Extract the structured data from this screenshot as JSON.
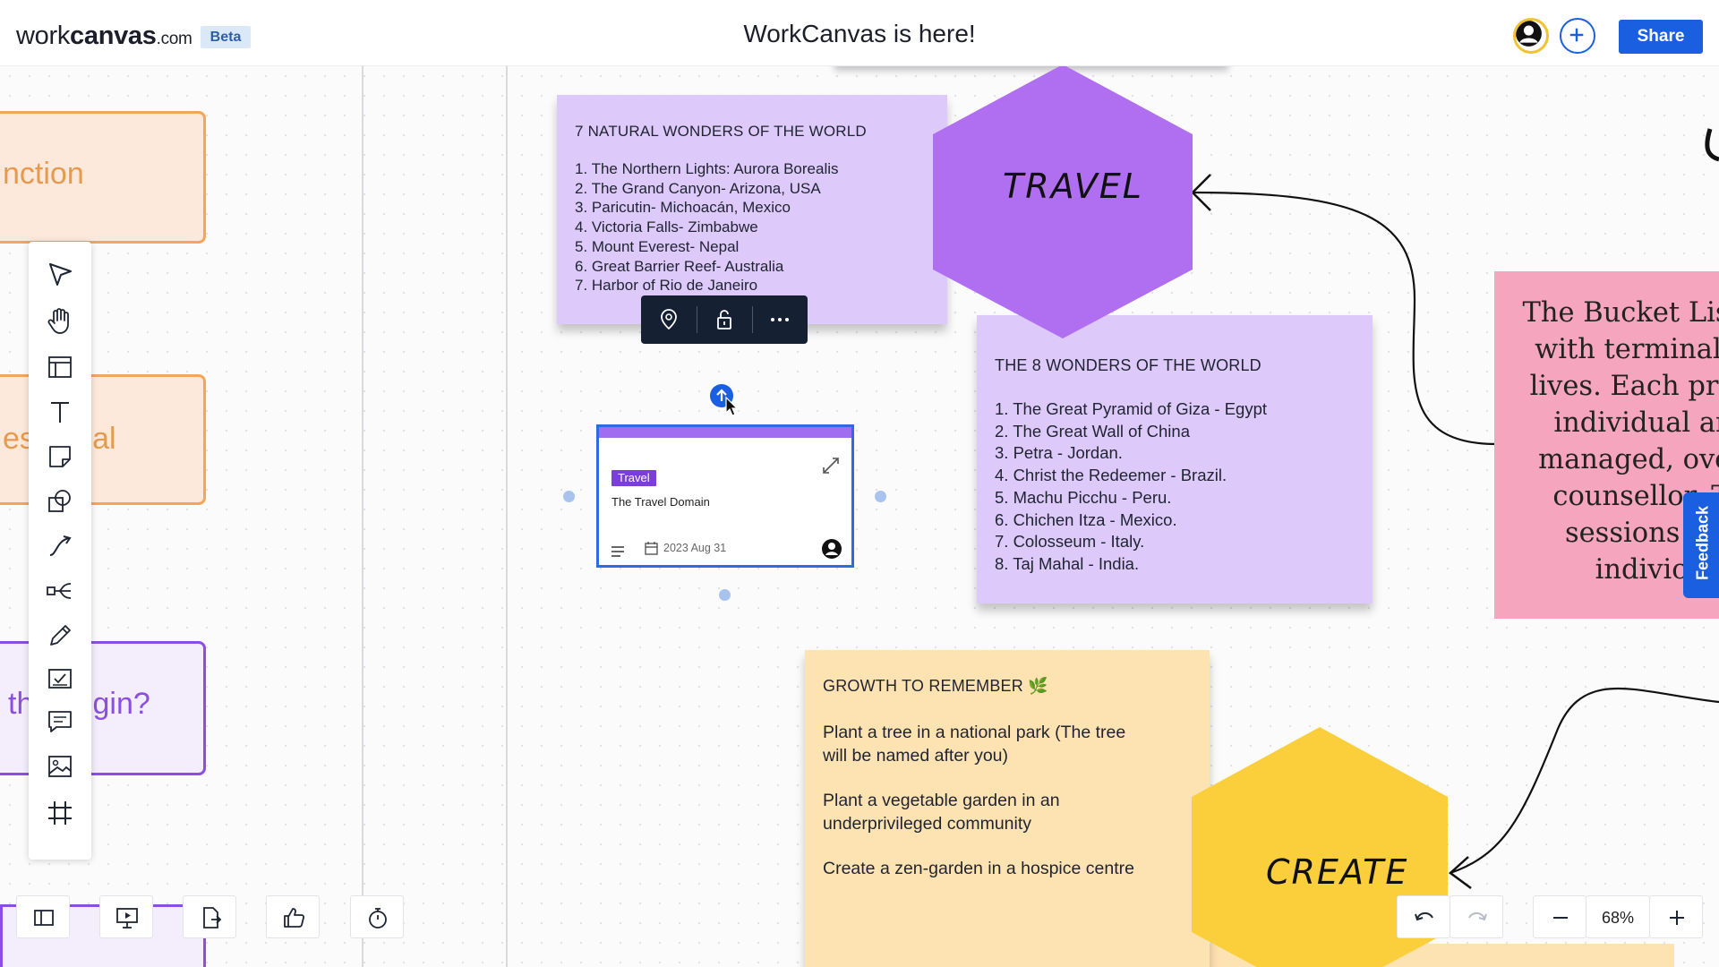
{
  "header": {
    "logo": {
      "prefix": "work",
      "bold": "canvas",
      "suffix": ".com"
    },
    "beta_badge": "Beta",
    "board_title": "WorkCanvas is here!",
    "share_label": "Share"
  },
  "left_lanes": {
    "lane1_text": "nction",
    "lane2_text": "ess     al",
    "lane3_text": "th     egin?"
  },
  "toolbar_icons": [
    "select-icon",
    "hand-icon",
    "template-icon",
    "text-icon",
    "sticky-note-icon",
    "shapes-icon",
    "connector-icon",
    "mindmap-icon",
    "pen-icon",
    "task-icon",
    "comment-icon",
    "image-icon",
    "frame-icon"
  ],
  "sticky_natural": {
    "heading": "7 NATURAL WONDERS OF THE WORLD",
    "items": [
      "1. The Northern Lights: Aurora Borealis",
      "2. The Grand Canyon- Arizona, USA",
      "3. Paricutin- Michoacán, Mexico",
      "4. Victoria Falls- Zimbabwe",
      "5. Mount Everest- Nepal",
      "6. Great Barrier Reef- Australia",
      "7. Harbor of Rio de Janeiro"
    ]
  },
  "hex_travel": {
    "label": "TRAVEL",
    "color": "#b06ff0"
  },
  "sticky_eight": {
    "heading": "THE 8 WONDERS OF THE WORLD",
    "items": [
      "1. The Great Pyramid of Giza - Egypt",
      "2. The Great Wall of China",
      "3. Petra - Jordan.",
      "4. Christ the Redeemer - Brazil.",
      "5. Machu Picchu - Peru.",
      "6. Chichen Itza - Mexico.",
      "7. Colosseum - Italy.",
      "8. Taj Mahal - India."
    ]
  },
  "pink_note": {
    "lines": [
      "The Bucket List I",
      "with terminal il",
      "lives. Each prog",
      "individual ar",
      "managed, over",
      "counsellor. T",
      "sessions th",
      "indivic"
    ],
    "color": "#f5a5bd"
  },
  "card": {
    "tag": "Travel",
    "title": "The Travel Domain",
    "date": "2023 Aug 31"
  },
  "sticky_growth": {
    "heading": "GROWTH TO REMEMBER 🌿",
    "items": [
      "Plant a tree in a national park (The tree",
      "will be named after you)",
      "",
      "Plant a vegetable garden in an",
      "underprivileged community",
      "",
      "Create a zen-garden in a hospice centre"
    ]
  },
  "hex_create": {
    "label": "CREATE",
    "color": "#fbcf3c"
  },
  "feedback_label": "Feedback",
  "zoom": {
    "value": "68%"
  },
  "colors": {
    "accent": "#1a5fe0",
    "lavender_note": "#ddc9fa",
    "peach_note": "#fde2b2"
  }
}
